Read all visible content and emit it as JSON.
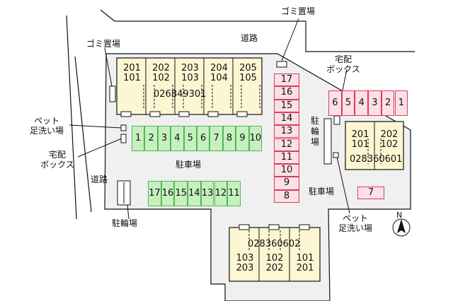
{
  "labels": {
    "road_top": "道路",
    "road_left": "道路",
    "garbage_top": "ゴミ置場",
    "garbage_left": "ゴミ置場",
    "delivery_box_left": [
      "宅配",
      "ボックス"
    ],
    "delivery_box_right": [
      "宅配",
      "ボックス"
    ],
    "footwash_left": [
      "ペット",
      "足洗い場"
    ],
    "footwash_right": [
      "ペット",
      "足洗い場"
    ],
    "parking_center": "駐車場",
    "parking_right": "駐車場",
    "bicycle_left": "駐輪場",
    "bicycle_right": "駐輪場",
    "north": "N"
  },
  "buildings": {
    "main": {
      "code": "026849301",
      "units": [
        {
          "upper": "201",
          "lower": "101"
        },
        {
          "upper": "202",
          "lower": "102"
        },
        {
          "upper": "203",
          "lower": "103"
        },
        {
          "upper": "204",
          "lower": "104"
        },
        {
          "upper": "205",
          "lower": "105"
        }
      ]
    },
    "east": {
      "code": "028360601",
      "units": [
        {
          "upper": "201",
          "lower": "101"
        },
        {
          "upper": "202",
          "lower": "102"
        }
      ]
    },
    "south": {
      "code": "028360602",
      "units": [
        {
          "upper": "103",
          "lower": "203"
        },
        {
          "upper": "102",
          "lower": "202"
        },
        {
          "upper": "101",
          "lower": "201"
        }
      ]
    }
  },
  "parking": {
    "green_row_top": [
      "1",
      "2",
      "3",
      "4",
      "5",
      "6",
      "7",
      "8",
      "9",
      "10"
    ],
    "green_row_bottom": [
      "17",
      "16",
      "15",
      "14",
      "13",
      "12",
      "11"
    ],
    "pink_column": [
      "17",
      "16",
      "15",
      "14",
      "13",
      "12",
      "11",
      "10",
      "9",
      "8"
    ],
    "pink_row_right": [
      "6",
      "5",
      "4",
      "3",
      "2",
      "1"
    ],
    "pink_single": "7"
  }
}
